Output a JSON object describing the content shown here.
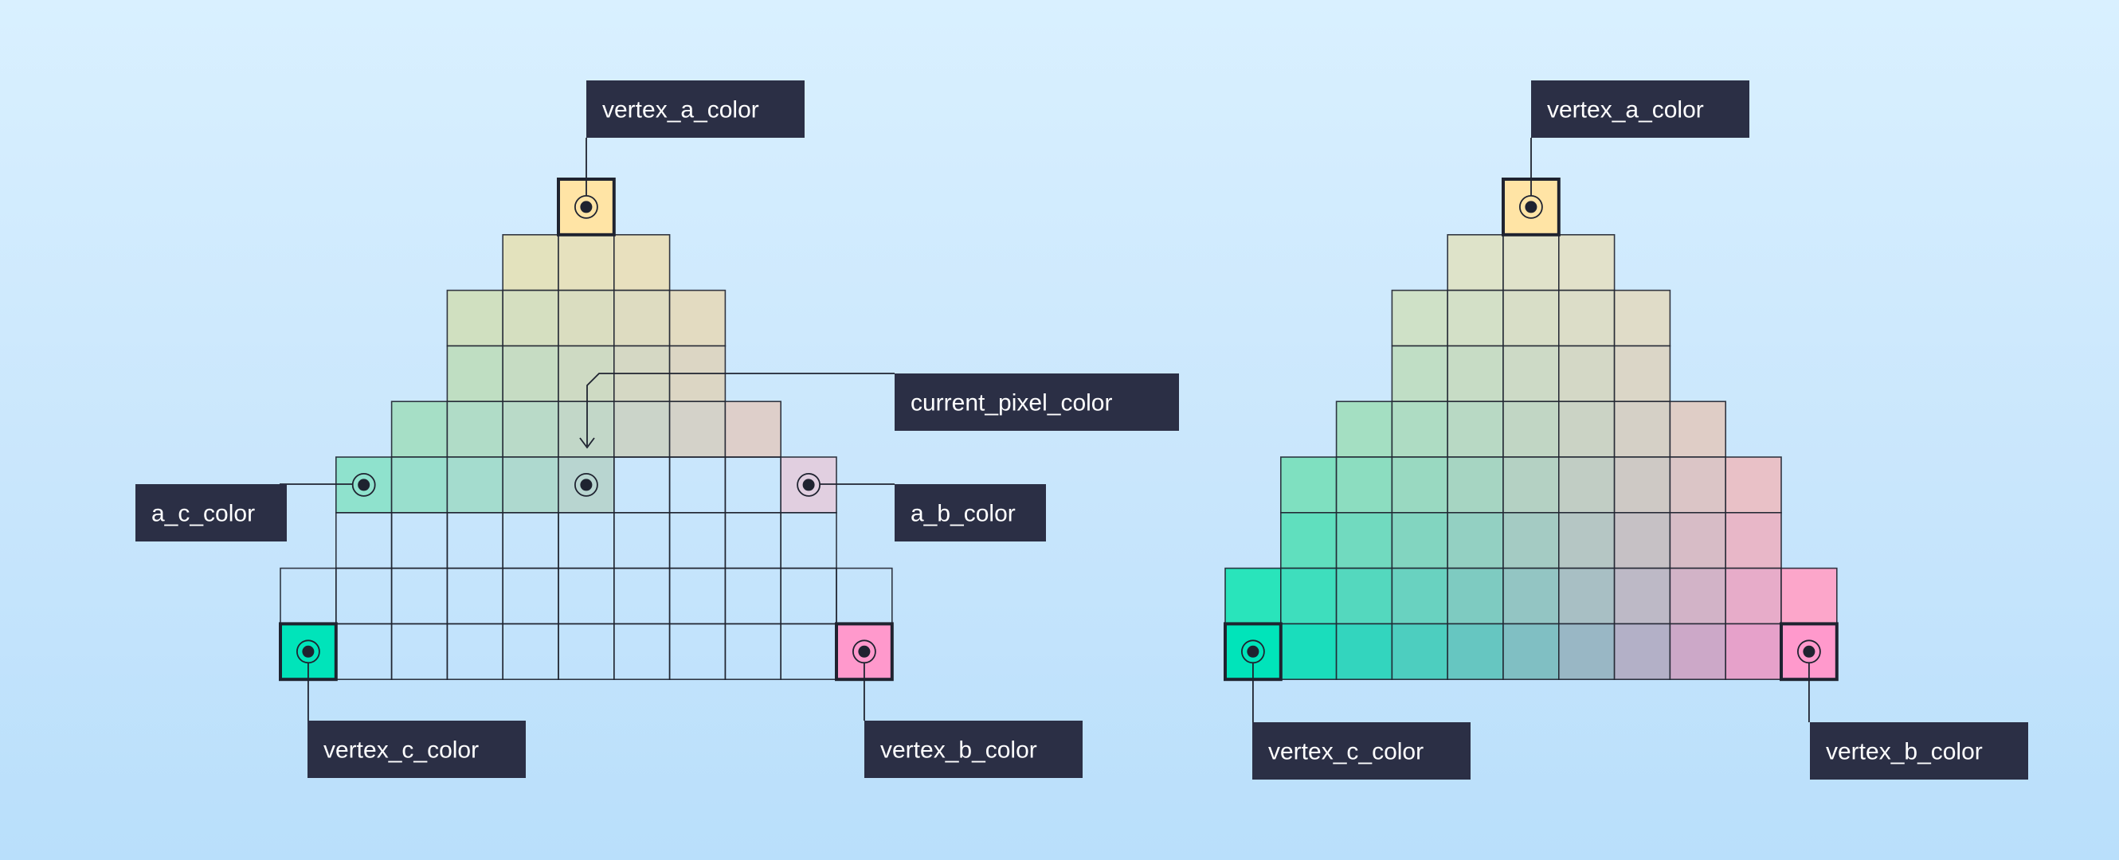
{
  "colors": {
    "vertex_a": "#ffe4a5",
    "vertex_b": "#ff99cc",
    "vertex_c": "#00e4ba",
    "grid_line": "#1f2330",
    "label_bg": "#2b2f45",
    "label_text": "#ffffff"
  },
  "left_diagram": {
    "labels": {
      "vertex_a": "vertex_a_color",
      "vertex_b": "vertex_b_color",
      "vertex_c": "vertex_c_color",
      "a_b": "a_b_color",
      "a_c": "a_c_color",
      "current_pixel": "current_pixel_color"
    }
  },
  "right_diagram": {
    "labels": {
      "vertex_a": "vertex_a_color",
      "vertex_b": "vertex_b_color",
      "vertex_c": "vertex_c_color"
    }
  }
}
